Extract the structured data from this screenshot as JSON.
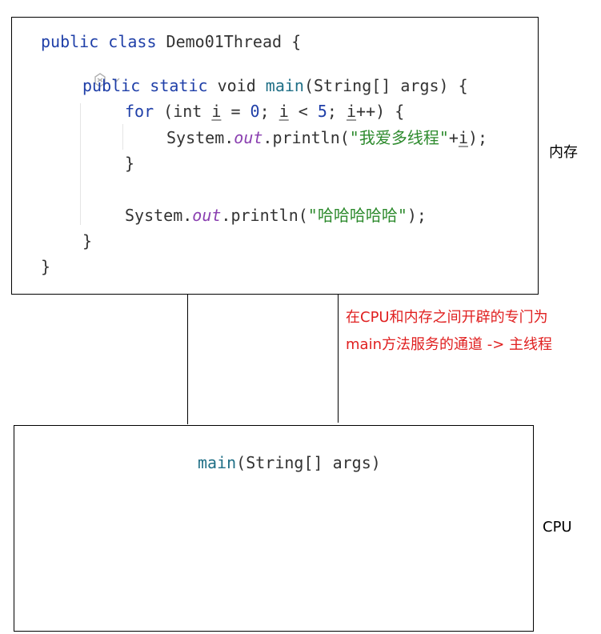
{
  "memory": {
    "label": "内存",
    "code": {
      "l1_kw": "public class",
      "l1_rest": " Demo01Thread {",
      "l3_kw": "public static",
      "l3_void": " void ",
      "l3_fn": "main",
      "l3_rest": "(String[] args) {",
      "l4_kw": "for",
      "l4_a": " (int ",
      "l4_i1": "i",
      "l4_b": " = ",
      "l4_zero": "0",
      "l4_c": "; ",
      "l4_i2": "i",
      "l4_d": " < ",
      "l4_five": "5",
      "l4_e": "; ",
      "l4_i3": "i",
      "l4_f": "++) {",
      "l5_sys": "System.",
      "l5_out": "out",
      "l5_println": ".println(",
      "l5_str": "\"我爱多线程\"",
      "l5_plus": "+",
      "l5_i": "i",
      "l5_end": ");",
      "l6_close": "}",
      "l8_sys": "System.",
      "l8_out": "out",
      "l8_println": ".println(",
      "l8_str": "\"哈哈哈哈哈\"",
      "l8_end": ");",
      "l9_close": "}",
      "l10_close": "}"
    }
  },
  "annotation": {
    "line1": "在CPU和内存之间开辟的专门为",
    "line2": "main方法服务的通道 -> 主线程"
  },
  "cpu": {
    "label": "CPU",
    "method_name": "main",
    "method_params": "(String[] args)"
  },
  "colors": {
    "keyword": "#1f3fa8",
    "function": "#1f6f86",
    "string": "#2e8b2e",
    "static_field": "#8a3fb0",
    "annotation": "#e02020"
  },
  "icons": {
    "inline_hint": "ai-assistant-icon"
  }
}
